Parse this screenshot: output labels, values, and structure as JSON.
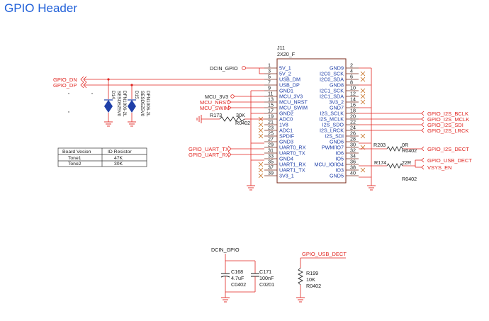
{
  "title": "GPIO Header",
  "connector": {
    "ref": "J11",
    "value": "2X20_F",
    "left_pins": [
      {
        "num": "1",
        "name": "5V_1"
      },
      {
        "num": "3",
        "name": "5V_2"
      },
      {
        "num": "5",
        "name": "USB_DM"
      },
      {
        "num": "7",
        "name": "USB_DP"
      },
      {
        "num": "9",
        "name": "GND1"
      },
      {
        "num": "11",
        "name": "MCU_3V3"
      },
      {
        "num": "13",
        "name": "MCU_NRST"
      },
      {
        "num": "15",
        "name": "MCU_SWIM"
      },
      {
        "num": "17",
        "name": "GND2"
      },
      {
        "num": "19",
        "name": "ADC0"
      },
      {
        "num": "21",
        "name": "1V8"
      },
      {
        "num": "23",
        "name": "ADC1"
      },
      {
        "num": "25",
        "name": "SPDIF"
      },
      {
        "num": "27",
        "name": "GND3"
      },
      {
        "num": "29",
        "name": "UART0_RX"
      },
      {
        "num": "31",
        "name": "UART0_TX"
      },
      {
        "num": "33",
        "name": "GND4"
      },
      {
        "num": "35",
        "name": "UART1_RX"
      },
      {
        "num": "37",
        "name": "UART1_TX"
      },
      {
        "num": "39",
        "name": "3V3_1"
      }
    ],
    "right_pins": [
      {
        "num": "2",
        "name": "GND9"
      },
      {
        "num": "4",
        "name": "I2C0_SCK"
      },
      {
        "num": "6",
        "name": "I2C0_SDA"
      },
      {
        "num": "8",
        "name": "GND8"
      },
      {
        "num": "10",
        "name": "I2C1_SCK"
      },
      {
        "num": "12",
        "name": "I2C1_SDA"
      },
      {
        "num": "14",
        "name": "3V3_2"
      },
      {
        "num": "16",
        "name": "GND7"
      },
      {
        "num": "18",
        "name": "I2S_SCLK"
      },
      {
        "num": "20",
        "name": "I2S_MCLK"
      },
      {
        "num": "22",
        "name": "I2S_SDO"
      },
      {
        "num": "24",
        "name": "I2S_LRCK"
      },
      {
        "num": "26",
        "name": "I2S_SDI"
      },
      {
        "num": "28",
        "name": "GND6"
      },
      {
        "num": "30",
        "name": "PWM/IO7"
      },
      {
        "num": "32",
        "name": "IO6"
      },
      {
        "num": "34",
        "name": "IO5"
      },
      {
        "num": "36",
        "name": "MCU_IO/IO4"
      },
      {
        "num": "38",
        "name": "IO3"
      },
      {
        "num": "40",
        "name": "GND5"
      }
    ]
  },
  "nets": {
    "dcin_gpio": "DCIN_GPIO",
    "gpio_dn": "GPIO_DN",
    "gpio_dp": "GPIO_DP",
    "mcu_3v3": "MCU_3V3",
    "mcu_nrst": "MCU_NRST",
    "mcu_swim": "MCU_SWIM",
    "gpio_uart_tx": "GPIO_UART_TX",
    "gpio_uart_rx": "GPIO_UART_RX",
    "gpio_i2s_bclk": "GPIO_I2S_BCLK",
    "gpio_i2s_mclk": "GPIO_I2S_MCLK",
    "gpio_i2s_sdi": "GPIO_I2S_SDI",
    "gpio_i2s_lrck": "GPIO_I2S_LRCK",
    "gpio_i2s_dect": "GPIO_I2S_DECT",
    "gpio_usb_dect": "GPIO_USB_DECT",
    "vsys_en": "VSYS_EN"
  },
  "resistors": {
    "r173": {
      "ref": "R173",
      "value": "30K",
      "package": "R0402"
    },
    "r203": {
      "ref": "R203",
      "value": "0R",
      "package": "R0402"
    },
    "r174": {
      "ref": "R174",
      "value": "22R",
      "package": "R0402"
    },
    "r199": {
      "ref": "R199",
      "value": "10K",
      "package": "R0402"
    }
  },
  "capacitors": {
    "c168": {
      "ref": "C168",
      "value": "4.7uF",
      "package": "C0402"
    },
    "c171": {
      "ref": "C171",
      "value": "100nF",
      "package": "C0201"
    }
  },
  "diodes": {
    "d14": {
      "ref": "D14",
      "part": "SESD5Z5V0",
      "package": "DFN1006-2L"
    },
    "d15": {
      "ref": "D15",
      "part": "SESD5Z5V0",
      "package": "DFN1006-2L"
    }
  },
  "board_table": {
    "headers": [
      "Board Vesion",
      "ID Resistor"
    ],
    "rows": [
      [
        "Tone1",
        "47K"
      ],
      [
        "Tone2",
        "30K"
      ]
    ]
  },
  "colors": {
    "wire": "#e0241f",
    "body": "#1f3fa8",
    "title": "#1f5fd8",
    "nc": "#c46a1a"
  }
}
